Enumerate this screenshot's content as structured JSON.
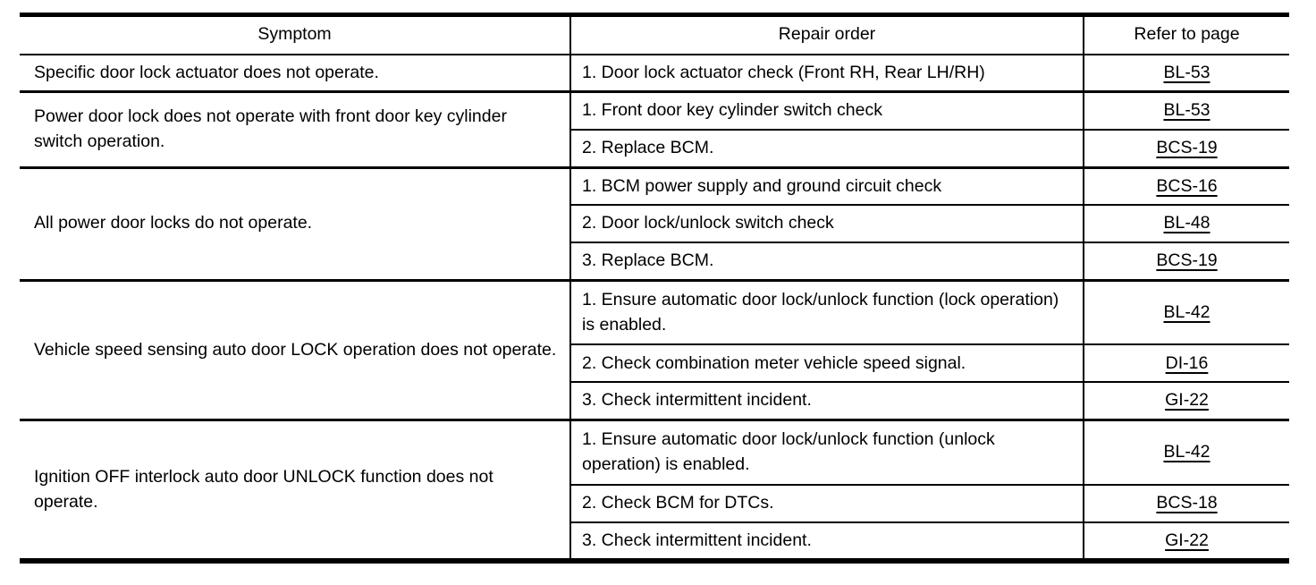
{
  "table": {
    "headers": {
      "symptom": "Symptom",
      "repair_order": "Repair order",
      "refer_to_page": "Refer to page"
    },
    "groups": [
      {
        "symptom": "Specific door lock actuator does not operate.",
        "steps": [
          {
            "action": "1. Door lock actuator check (Front RH, Rear LH/RH)",
            "page": "BL-53"
          }
        ]
      },
      {
        "symptom": "Power door lock does not operate with front door key cylinder switch operation.",
        "steps": [
          {
            "action": "1. Front door key cylinder switch check",
            "page": "BL-53"
          },
          {
            "action": "2. Replace BCM.",
            "page": "BCS-19"
          }
        ]
      },
      {
        "symptom": "All power door locks do not operate.",
        "steps": [
          {
            "action": "1. BCM power supply and ground circuit check",
            "page": "BCS-16"
          },
          {
            "action": "2. Door lock/unlock switch check",
            "page": "BL-48"
          },
          {
            "action": "3. Replace BCM.",
            "page": "BCS-19"
          }
        ]
      },
      {
        "symptom": "Vehicle speed sensing auto door LOCK operation does not operate.",
        "steps": [
          {
            "action": "1. Ensure automatic door lock/unlock function (lock operation) is enabled.",
            "page": "BL-42"
          },
          {
            "action": "2. Check combination meter vehicle speed signal.",
            "page": "DI-16"
          },
          {
            "action": "3. Check intermittent incident.",
            "page": "GI-22"
          }
        ]
      },
      {
        "symptom": "Ignition OFF interlock auto door UNLOCK function does not operate.",
        "steps": [
          {
            "action": "1. Ensure automatic door lock/unlock function (unlock operation) is enabled.",
            "page": "BL-42"
          },
          {
            "action": "2. Check BCM for DTCs.",
            "page": "BCS-18"
          },
          {
            "action": "3. Check intermittent incident.",
            "page": "GI-22"
          }
        ]
      }
    ]
  },
  "colors": {
    "border": "#000000",
    "text": "#000000",
    "background": "#ffffff"
  }
}
